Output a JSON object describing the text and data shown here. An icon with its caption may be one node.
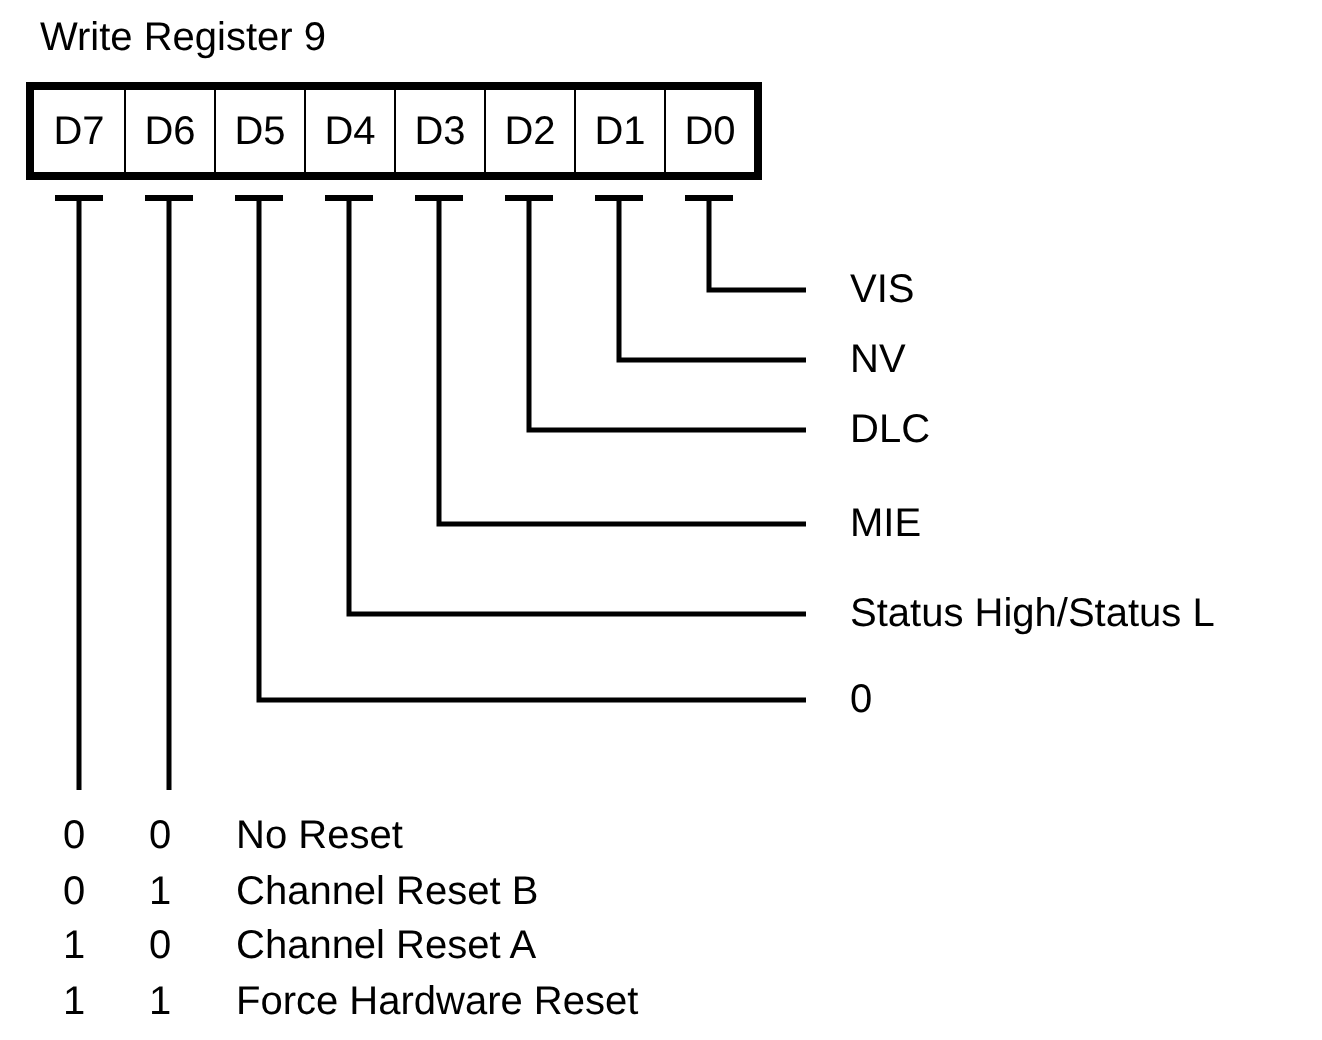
{
  "diagram": {
    "nodes": [
      {
        "text": [
          "Write Register 9"
        ]
      },
      {
        "text": [
          "D7"
        ],
        "in": 0
      },
      {
        "text": [
          "D6"
        ],
        "in": 0
      },
      {
        "text": [
          "D5"
        ],
        "in": 0
      },
      {
        "text": [
          "D4"
        ],
        "in": 0
      },
      {
        "text": [
          "D3"
        ],
        "in": 0
      },
      {
        "text": [
          "D2"
        ],
        "in": 0
      },
      {
        "text": [
          "D1"
        ],
        "in": 0
      },
      {
        "text": [
          "D0"
        ],
        "in": 0
      },
      {
        "text": [
          "VIS"
        ]
      },
      {
        "text": [
          "NV"
        ]
      },
      {
        "text": [
          "DLC"
        ]
      },
      {
        "text": [
          "MIE"
        ]
      },
      {
        "text": [
          "Status High/Status L"
        ]
      },
      {
        "text": [
          "0"
        ]
      }
    ],
    "edges": [
      {
        "from": 8,
        "to": 9,
        "arrow": "other"
      },
      {
        "from": 7,
        "to": 10,
        "arrow": "other"
      },
      {
        "from": 6,
        "to": 11,
        "arrow": "other"
      },
      {
        "from": 5,
        "to": 12,
        "arrow": "other"
      },
      {
        "from": 4,
        "to": 13,
        "arrow": "other"
      },
      {
        "from": 3,
        "to": 14,
        "arrow": "other"
      },
      {
        "from": 1,
        "to": null,
        "arrow": "other"
      },
      {
        "from": 2,
        "to": null,
        "arrow": "other"
      }
    ],
    "labels": [
      "0",
      "0",
      "No Reset",
      "0",
      "1",
      "Channel Reset B",
      "1",
      "0",
      "Channel Reset A",
      "1",
      "1",
      "Force Hardware Reset"
    ]
  }
}
